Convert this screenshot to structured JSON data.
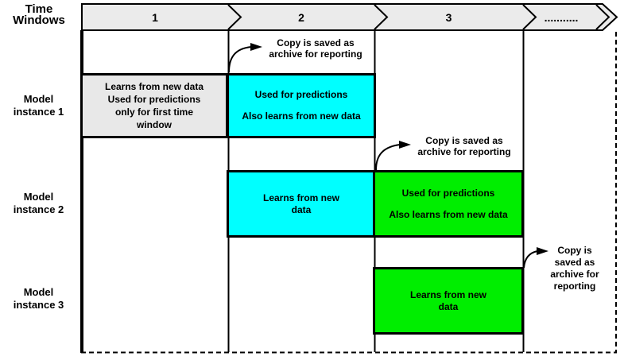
{
  "colors": {
    "band_fill": "#EBEBEB",
    "gray_box": "#E8E8E8",
    "cyan_box": "#00FFFF",
    "green_box": "#00EE00",
    "line": "#000000"
  },
  "axis": {
    "title_line1": "Time",
    "title_line2": "Windows",
    "windows": [
      {
        "label": "1"
      },
      {
        "label": "2"
      },
      {
        "label": "3"
      },
      {
        "label": "..........."
      }
    ]
  },
  "rows": [
    {
      "label_line1": "Model",
      "label_line2": "instance 1",
      "boxes": [
        {
          "lines": [
            "Learns from new data",
            "Used for predictions",
            "only for first time",
            "window"
          ]
        },
        {
          "paragraphs": [
            "Used for predictions",
            "Also learns from new data"
          ]
        }
      ]
    },
    {
      "label_line1": "Model",
      "label_line2": "instance 2",
      "boxes": [
        {
          "paragraphs": [
            "Learns from new data"
          ]
        },
        {
          "paragraphs": [
            "Used for predictions",
            "Also learns from new data"
          ]
        }
      ]
    },
    {
      "label_line1": "Model",
      "label_line2": "instance 3",
      "boxes": [
        {
          "paragraphs": [
            "Learns from new data"
          ]
        }
      ]
    }
  ],
  "annotations": [
    {
      "lines": [
        "Copy is saved as",
        "archive for reporting"
      ]
    },
    {
      "lines": [
        "Copy is saved as",
        "archive for reporting"
      ]
    },
    {
      "lines": [
        "Copy is",
        "saved as",
        "archive for",
        "reporting"
      ]
    }
  ]
}
